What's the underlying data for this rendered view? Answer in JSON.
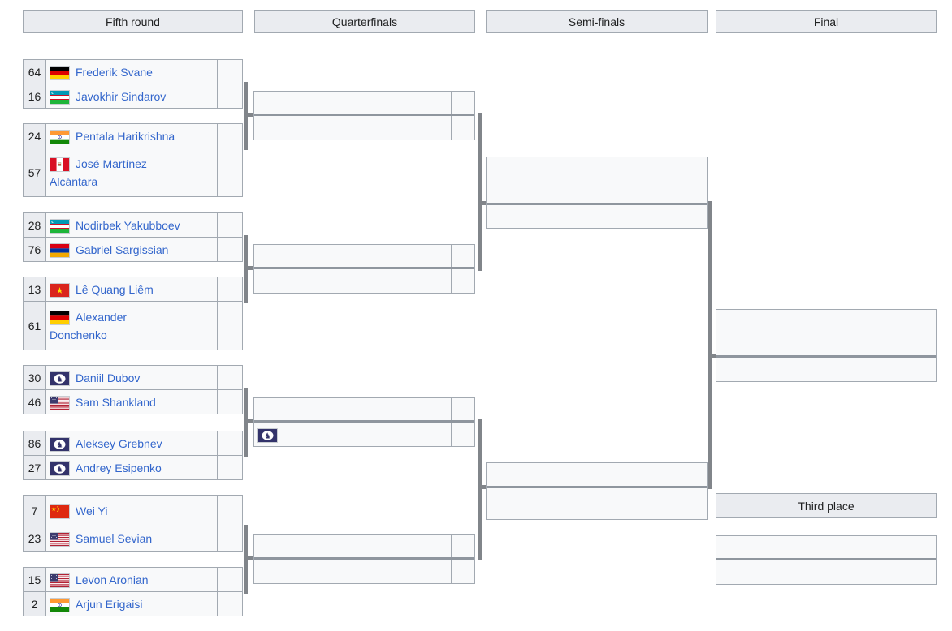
{
  "headers": {
    "fifth_round": "Fifth round",
    "quarterfinals": "Quarterfinals",
    "semifinals": "Semi-finals",
    "final": "Final",
    "third_place": "Third place"
  },
  "colors": {
    "header_bg": "#eaecf0",
    "box_bg": "#f8f9fa",
    "box_border": "#a2a9b1",
    "connector": "#81858a",
    "link_blue": "#3366cc",
    "fide_navy": "#33336B"
  },
  "fifth_round": {
    "matches": [
      {
        "p1": {
          "seed": "64",
          "flag": "germany",
          "name": "Frederik Svane",
          "score": ""
        },
        "p2": {
          "seed": "16",
          "flag": "uzbekistan",
          "name": "Javokhir Sindarov",
          "score": ""
        }
      },
      {
        "p1": {
          "seed": "24",
          "flag": "india",
          "name": "Pentala Harikrishna",
          "score": ""
        },
        "p2": {
          "seed": "57",
          "flag": "peru",
          "name": "José Martínez Alcántara",
          "score": ""
        }
      },
      {
        "p1": {
          "seed": "28",
          "flag": "uzbekistan",
          "name": "Nodirbek Yakubboev",
          "score": ""
        },
        "p2": {
          "seed": "76",
          "flag": "armenia",
          "name": "Gabriel Sargissian",
          "score": ""
        }
      },
      {
        "p1": {
          "seed": "13",
          "flag": "vietnam",
          "name": "Lê Quang Liêm",
          "score": ""
        },
        "p2": {
          "seed": "61",
          "flag": "germany",
          "name": "Alexander Donchenko",
          "score": ""
        }
      },
      {
        "p1": {
          "seed": "30",
          "flag": "fide",
          "name": "Daniil Dubov",
          "score": ""
        },
        "p2": {
          "seed": "46",
          "flag": "usa",
          "name": "Sam Shankland",
          "score": ""
        }
      },
      {
        "p1": {
          "seed": "86",
          "flag": "fide",
          "name": "Aleksey Grebnev",
          "score": ""
        },
        "p2": {
          "seed": "27",
          "flag": "fide",
          "name": "Andrey Esipenko",
          "score": ""
        }
      },
      {
        "p1": {
          "seed": "7",
          "flag": "china",
          "name": "Wei Yi",
          "score": ""
        },
        "p2": {
          "seed": "23",
          "flag": "usa",
          "name": "Samuel Sevian",
          "score": ""
        }
      },
      {
        "p1": {
          "seed": "15",
          "flag": "usa",
          "name": "Levon Aronian",
          "score": ""
        },
        "p2": {
          "seed": "2",
          "flag": "india",
          "name": "Arjun Erigaisi",
          "score": ""
        }
      }
    ]
  },
  "quarterfinals": {
    "matches": [
      {
        "p1": {
          "flag": "",
          "name": "",
          "score": ""
        },
        "p2": {
          "flag": "",
          "name": "",
          "score": ""
        }
      },
      {
        "p1": {
          "flag": "",
          "name": "",
          "score": ""
        },
        "p2": {
          "flag": "",
          "name": "",
          "score": ""
        }
      },
      {
        "p1": {
          "flag": "",
          "name": "",
          "score": ""
        },
        "p2": {
          "flag": "fide",
          "name": "",
          "score": ""
        }
      },
      {
        "p1": {
          "flag": "",
          "name": "",
          "score": ""
        },
        "p2": {
          "flag": "",
          "name": "",
          "score": ""
        }
      }
    ]
  },
  "semifinals": {
    "matches": [
      {
        "p1": {
          "flag": "",
          "name": "",
          "score": ""
        },
        "p2": {
          "flag": "",
          "name": "",
          "score": ""
        }
      },
      {
        "p1": {
          "flag": "",
          "name": "",
          "score": ""
        },
        "p2": {
          "flag": "",
          "name": "",
          "score": ""
        }
      }
    ]
  },
  "final": {
    "match": {
      "p1": {
        "flag": "",
        "name": "",
        "score": ""
      },
      "p2": {
        "flag": "",
        "name": "",
        "score": ""
      }
    }
  },
  "third_place": {
    "match": {
      "p1": {
        "flag": "",
        "name": "",
        "score": ""
      },
      "p2": {
        "flag": "",
        "name": "",
        "score": ""
      }
    }
  }
}
